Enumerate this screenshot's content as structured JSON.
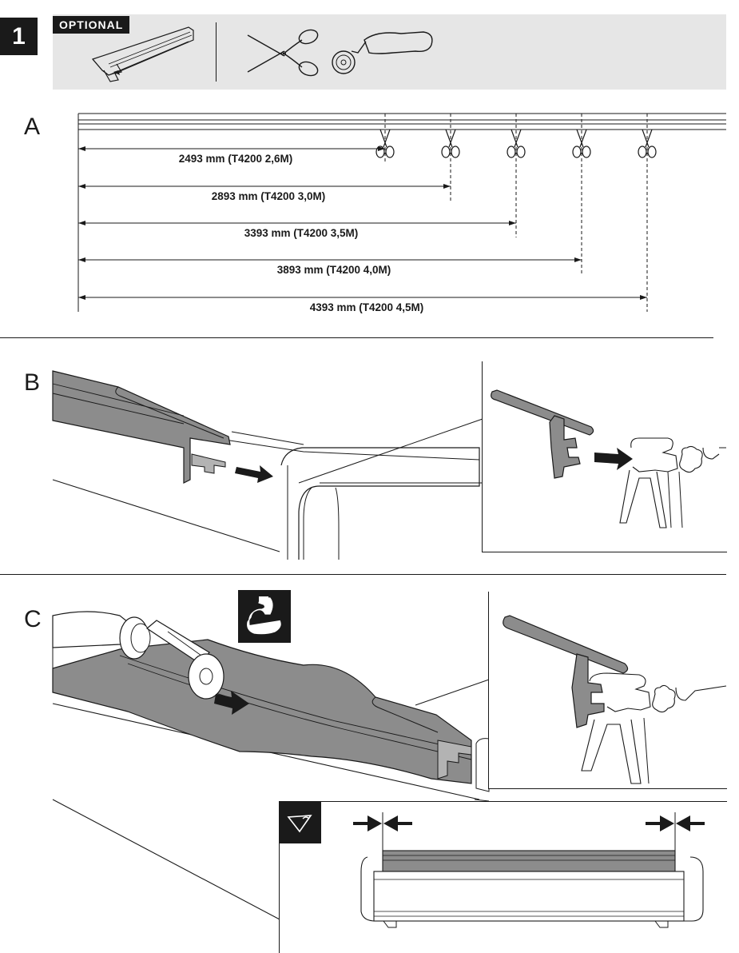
{
  "step": {
    "number": "1"
  },
  "optional_label": "OPTIONAL",
  "sections": {
    "a": "A",
    "b": "B",
    "c": "C"
  },
  "cut_lengths": [
    {
      "label": "2493 mm (T4200 2,6M)"
    },
    {
      "label": "2893 mm (T4200 3,0M)"
    },
    {
      "label": "3393 mm (T4200 3,5M)"
    },
    {
      "label": "3893 mm (T4200 4,0M)"
    },
    {
      "label": "4393 mm (T4200 4,5M)"
    }
  ],
  "icons": {
    "profile": "rubber-profile-icon",
    "scissors": "scissors-icon",
    "roller": "roller-tool-icon",
    "strength": "strong-arm-icon",
    "inspect": "eye-check-icon",
    "cut_marker": "scissors-icon",
    "insert_arrow": "arrow-right-icon",
    "gap_arrow": "arrow-inward-icon"
  },
  "colors": {
    "ink": "#1a1a1a",
    "panel": "#e6e6e6",
    "profile_fill": "#8c8c8c",
    "profile_light": "#b3b3b3"
  }
}
